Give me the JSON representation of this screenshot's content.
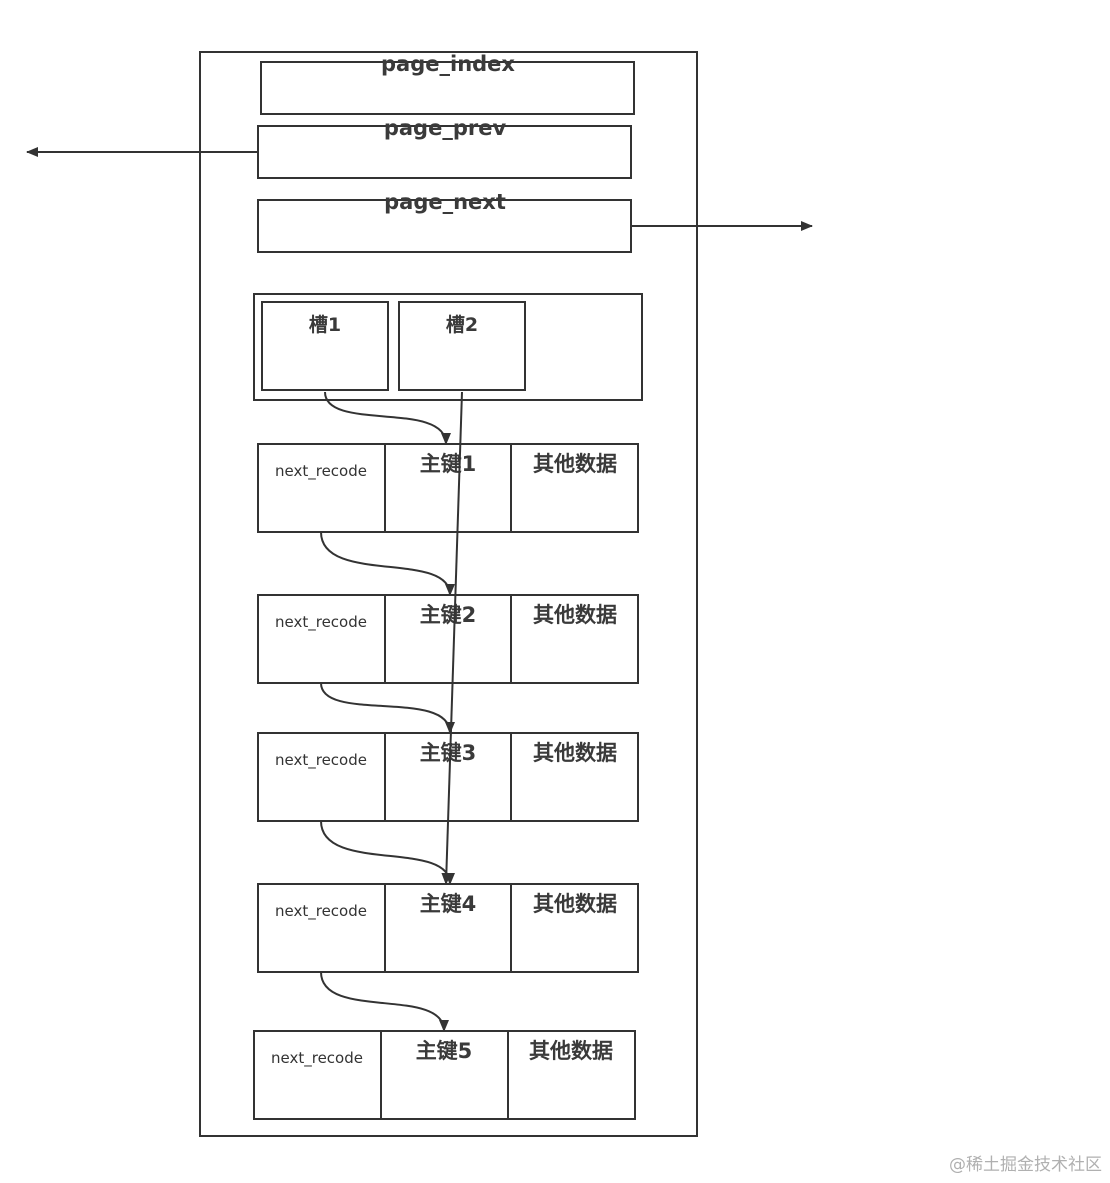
{
  "page": {
    "header_fields": [
      {
        "label": "page_index"
      },
      {
        "label": "page_prev"
      },
      {
        "label": "page_next"
      }
    ],
    "slots": [
      {
        "label": "槽1"
      },
      {
        "label": "槽2"
      }
    ],
    "records": [
      {
        "next_label": "next_recode",
        "key_label": "主键1",
        "data_label": "其他数据"
      },
      {
        "next_label": "next_recode",
        "key_label": "主键2",
        "data_label": "其他数据"
      },
      {
        "next_label": "next_recode",
        "key_label": "主键3",
        "data_label": "其他数据"
      },
      {
        "next_label": "next_recode",
        "key_label": "主键4",
        "data_label": "其他数据"
      },
      {
        "next_label": "next_recode",
        "key_label": "主键5",
        "data_label": "其他数据"
      }
    ]
  },
  "watermark": "@稀土掘金技术社区",
  "colors": {
    "stroke": "#333333",
    "text": "#3a3a3a",
    "watermark": "#b0b0b0"
  }
}
